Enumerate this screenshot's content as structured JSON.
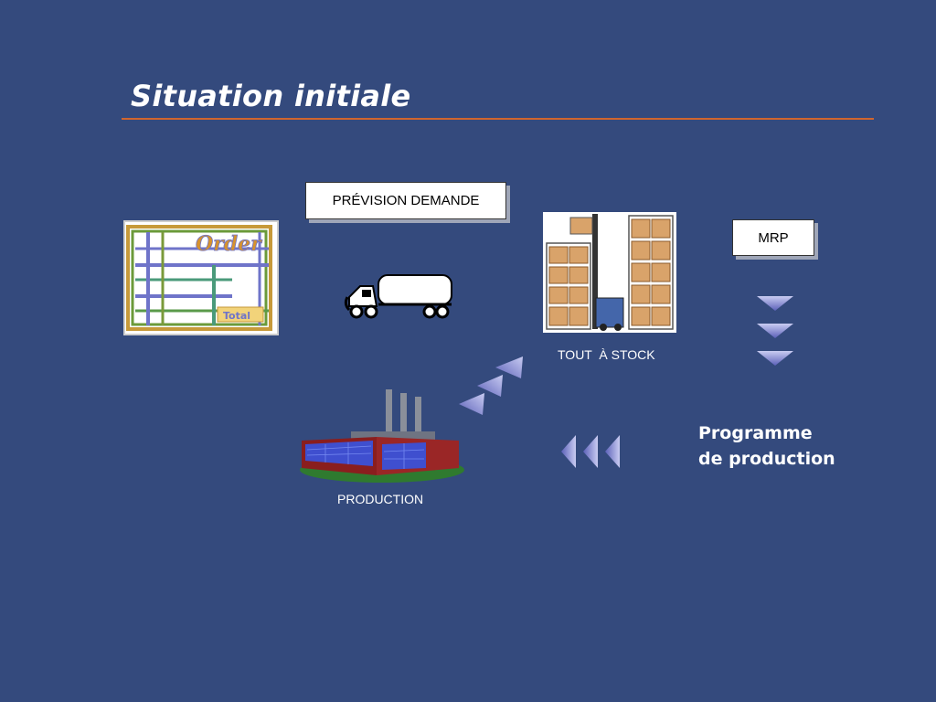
{
  "slide": {
    "title": "Situation initiale"
  },
  "diagram": {
    "order_form": {
      "icon": "order-form-icon",
      "text_top": "Order",
      "text_bottom": "Total"
    },
    "demand_box": "PRÉVISION DEMANDE",
    "truck": {
      "icon": "truck-icon"
    },
    "warehouse": {
      "icon": "warehouse-icon",
      "label": "TOUT  À STOCK"
    },
    "mrp_box": "MRP",
    "factory": {
      "icon": "factory-icon",
      "label": "PRODUCTION"
    },
    "programme": {
      "line1": "Programme",
      "line2": "de production"
    },
    "arrows": {
      "down_count": 3,
      "left_count": 3,
      "diagonal_count": 3,
      "color": "#6f74c9"
    }
  },
  "colors": {
    "background": "#344a7d",
    "title_rule": "#d0652e",
    "text": "#ffffff"
  }
}
